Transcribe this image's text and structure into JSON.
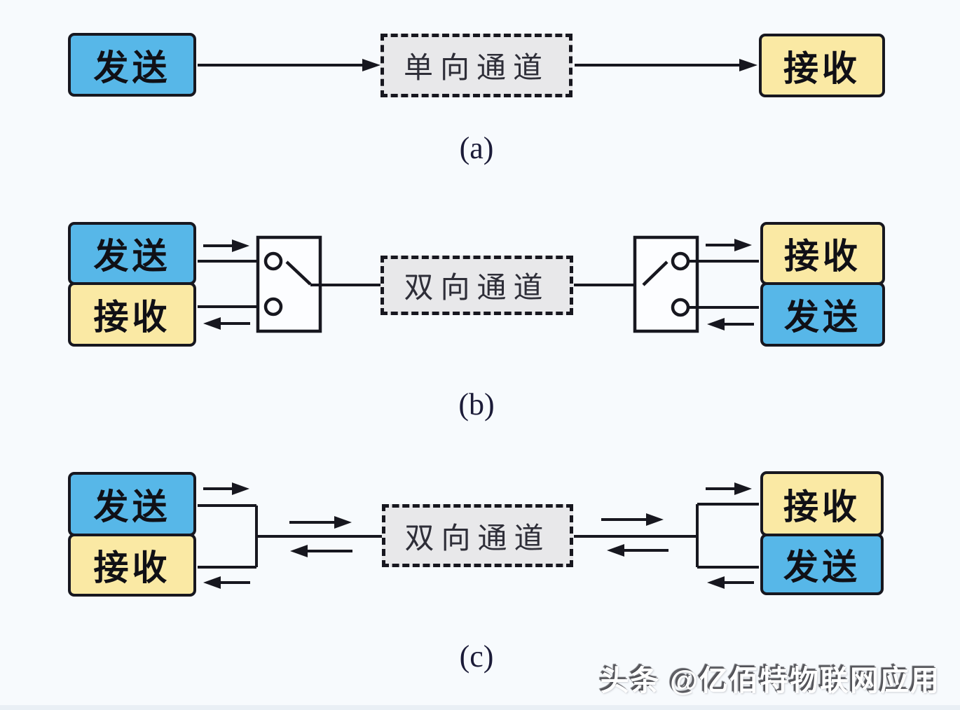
{
  "figure": {
    "a": {
      "caption": "(a)",
      "sender": "发送",
      "channel": "单向通道",
      "receiver": "接收"
    },
    "b": {
      "caption": "(b)",
      "left_top": "发送",
      "left_bottom": "接收",
      "channel": "双向通道",
      "right_top": "接收",
      "right_bottom": "发送"
    },
    "c": {
      "caption": "(c)",
      "left_top": "发送",
      "left_bottom": "接收",
      "channel": "双向通道",
      "right_top": "接收",
      "right_bottom": "发送"
    }
  },
  "watermark": {
    "text": "头条 @亿佰特物联网应用"
  },
  "colors": {
    "send_box_fill": "#57B7E8",
    "receive_box_fill": "#FAE9A4",
    "channel_box_fill": "#E8E8EA",
    "line_color": "#17171F",
    "caption_color": "#1B1B38",
    "background": "#F7FAFD"
  }
}
